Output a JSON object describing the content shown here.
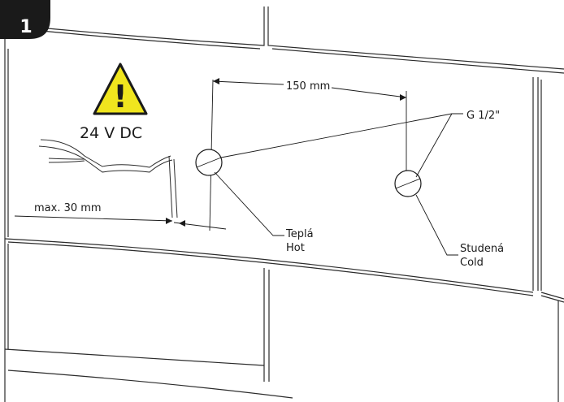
{
  "step": {
    "number": "1"
  },
  "warning": {
    "symbol": "!",
    "voltage": "24 V DC"
  },
  "dimensions": {
    "spacing": "150 mm",
    "max_cable": "max. 30 mm"
  },
  "connection": {
    "thread": "G 1/2\""
  },
  "outlets": {
    "hot": {
      "line1": "Teplá",
      "line2": "Hot"
    },
    "cold": {
      "line1": "Studená",
      "line2": "Cold"
    }
  },
  "icons": [
    "warning-triangle-icon"
  ],
  "colors": {
    "warning_fill": "#f0e51e",
    "badge_fill": "#1a1a1a"
  }
}
